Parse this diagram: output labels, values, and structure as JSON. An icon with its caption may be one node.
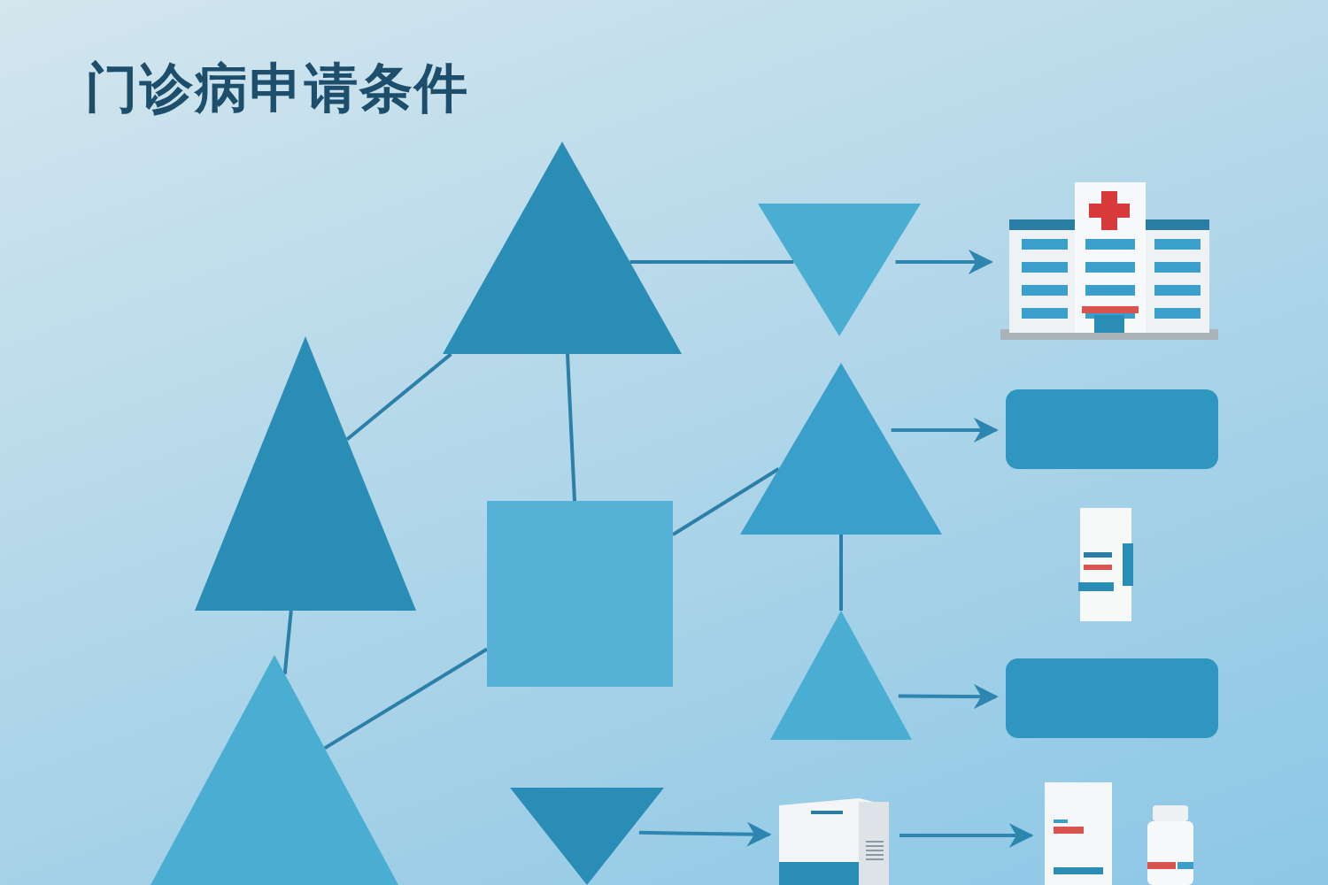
{
  "diagram": {
    "title": "门诊病申请条件",
    "nodes": [
      {
        "text": [],
        "shape": "triangle"
      },
      {
        "text": [],
        "shape": "triangle"
      },
      {
        "text": [],
        "shape": "box"
      },
      {
        "text": [],
        "shape": "triangle"
      },
      {
        "text": [],
        "shape": "triangle"
      },
      {
        "text": [],
        "shape": "triangle"
      },
      {
        "text": [],
        "shape": "triangle"
      },
      {
        "text": [],
        "shape": "triangle"
      },
      {
        "text": [],
        "shape": "picture"
      },
      {
        "text": [],
        "shape": "box"
      },
      {
        "text": [],
        "shape": "picture"
      },
      {
        "text": [],
        "shape": "box"
      },
      {
        "text": [],
        "shape": "picture"
      },
      {
        "text": [],
        "shape": "picture"
      },
      {
        "text": [],
        "shape": "picture"
      }
    ],
    "edges": [
      {
        "from": 0,
        "to": 1,
        "arrow": "none"
      },
      {
        "from": 1,
        "to": 2,
        "arrow": "none"
      },
      {
        "from": 0,
        "to": 3,
        "arrow": "none"
      },
      {
        "from": 3,
        "to": 2,
        "arrow": "none"
      },
      {
        "from": 1,
        "to": 4,
        "arrow": "none"
      },
      {
        "from": 2,
        "to": 5,
        "arrow": "none"
      },
      {
        "from": 5,
        "to": 6,
        "arrow": "none"
      },
      {
        "from": 4,
        "to": 8,
        "arrow": "to"
      },
      {
        "from": 5,
        "to": 9,
        "arrow": "to"
      },
      {
        "from": 6,
        "to": 11,
        "arrow": "to"
      },
      {
        "from": 7,
        "to": 12,
        "arrow": "to"
      },
      {
        "from": 12,
        "to": 13,
        "arrow": "to"
      }
    ]
  }
}
